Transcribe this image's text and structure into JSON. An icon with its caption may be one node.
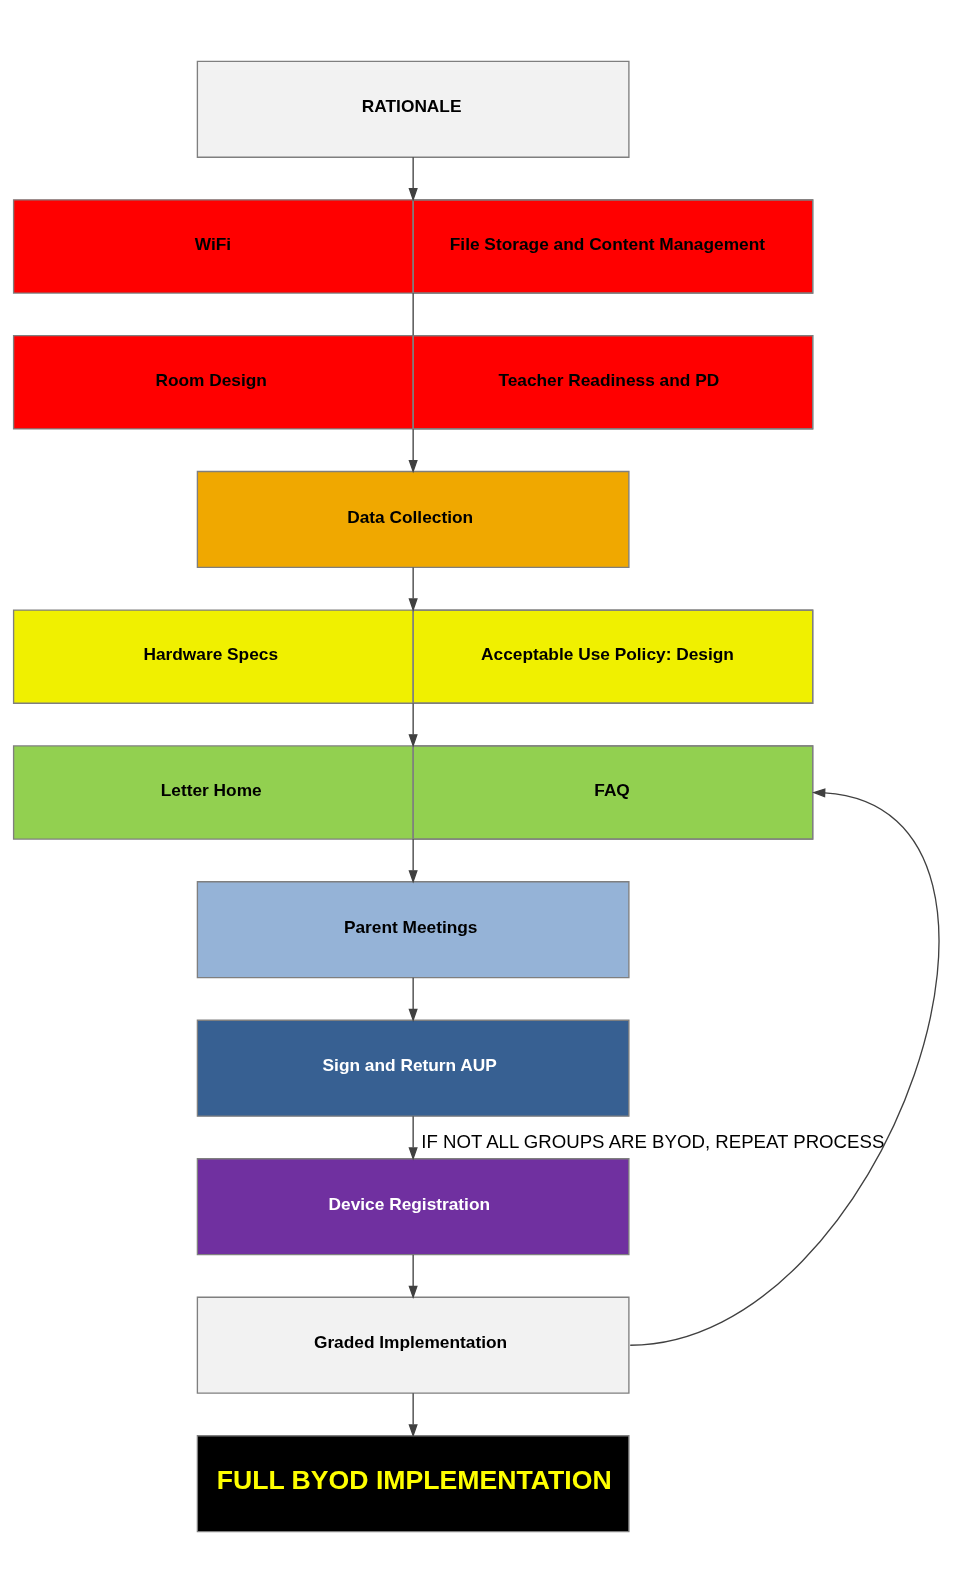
{
  "diagram": {
    "nodes": [
      {
        "text": [
          "RATIONALE"
        ]
      },
      {
        "text": [
          "WiFi",
          "File Storage and Content Management"
        ]
      },
      {
        "text": [
          "Room Design",
          "Teacher Readiness and PD"
        ]
      },
      {
        "text": [
          "Data Collection"
        ]
      },
      {
        "text": [
          "Hardware Specs",
          "Acceptable Use Policy: Design"
        ]
      },
      {
        "text": [
          "Letter Home",
          "FAQ"
        ]
      },
      {
        "text": [
          "Parent Meetings"
        ]
      },
      {
        "text": [
          "Sign and Return AUP"
        ]
      },
      {
        "text": [
          "Device Registration"
        ]
      },
      {
        "text": [
          "Graded Implementation"
        ]
      },
      {
        "text": [
          "FULL BYOD IMPLEMENTATION"
        ]
      }
    ],
    "edges": [
      {
        "from": 0,
        "to": 1,
        "arrow": "to"
      },
      {
        "from": 1,
        "to": 2,
        "arrow": "none"
      },
      {
        "from": 2,
        "to": 3,
        "arrow": "to"
      },
      {
        "from": 3,
        "to": 4,
        "arrow": "to"
      },
      {
        "from": 4,
        "to": 5,
        "arrow": "to"
      },
      {
        "from": 5,
        "to": 6,
        "arrow": "to"
      },
      {
        "from": 6,
        "to": 7,
        "arrow": "to"
      },
      {
        "from": 7,
        "to": 8,
        "arrow": "to"
      },
      {
        "from": 8,
        "to": 9,
        "arrow": "to"
      },
      {
        "from": 9,
        "to": 10,
        "arrow": "to"
      },
      {
        "from": 9,
        "to": 5,
        "arrow": "to",
        "label": "IF NOT ALL GROUPS ARE BYOD, REPEAT PROCESS"
      }
    ]
  }
}
